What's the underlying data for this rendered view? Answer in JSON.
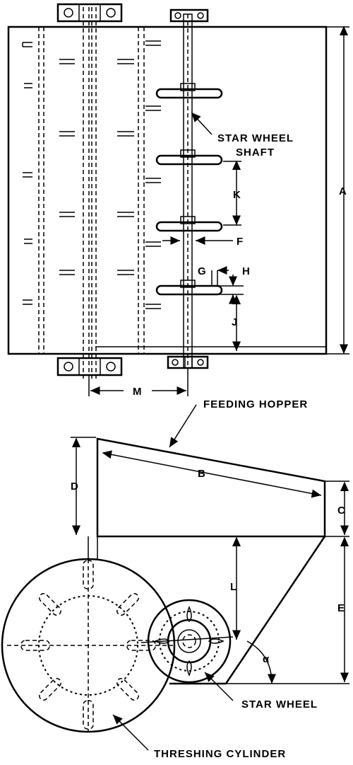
{
  "labels": {
    "star_wheel_shaft_1": "STAR WHEEL",
    "star_wheel_shaft_2": "SHAFT",
    "feeding_hopper": "FEEDING HOPPER",
    "star_wheel": "STAR WHEEL",
    "threshing_cylinder": "THRESHING CYLINDER"
  },
  "dimensions": {
    "A": "A",
    "B": "B",
    "C": "C",
    "D": "D",
    "E": "E",
    "F": "F",
    "G": "G",
    "H": "H",
    "J": "J",
    "K": "K",
    "L": "L",
    "M": "M",
    "alpha": "α"
  }
}
